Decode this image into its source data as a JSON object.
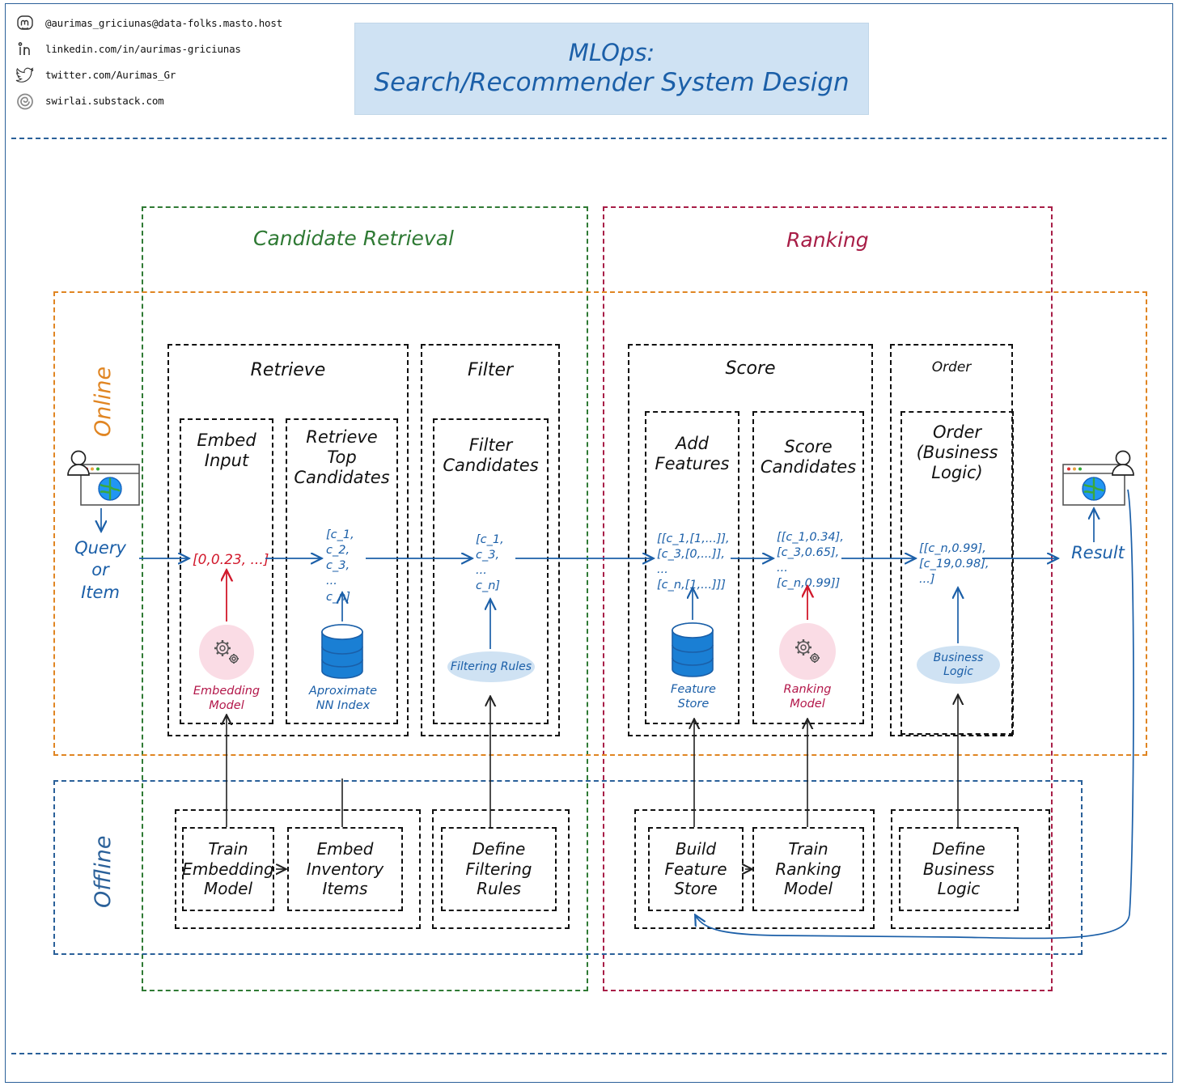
{
  "header": {
    "social": [
      {
        "icon": "mastodon-icon",
        "text": "@aurimas_griciunas@data-folks.masto.host"
      },
      {
        "icon": "linkedin-icon",
        "text": "linkedin.com/in/aurimas-griciunas"
      },
      {
        "icon": "twitter-icon",
        "text": "twitter.com/Aurimas_Gr"
      },
      {
        "icon": "substack-swirl-icon",
        "text": "swirlai.substack.com"
      }
    ],
    "title_line1": "MLOps:",
    "title_line2": "Search/Recommender System Design"
  },
  "zones": {
    "candidate_retrieval": "Candidate Retrieval",
    "ranking": "Ranking",
    "online": "Online",
    "offline": "Offline"
  },
  "stages": {
    "retrieve": "Retrieve",
    "filter": "Filter",
    "score": "Score",
    "order": "Order"
  },
  "steps": {
    "embed_input": "Embed\nInput",
    "retrieve_top": "Retrieve\nTop\nCandidates",
    "filter_candidates": "Filter\nCandidates",
    "add_features": "Add\nFeatures",
    "score_candidates": "Score\nCandidates",
    "order_business_logic": "Order\n(Business\nLogic)"
  },
  "payloads": {
    "embedding_vector": "[0,0.23, ...]",
    "retrieved": "[c_1,\nc_2,\nc_3,\n...\nc_n]",
    "filtered": "[c_1,\nc_3,\n...\nc_n]",
    "featured": "[[c_1,[1,...]],\n[c_3,[0,...]],\n...\n[c_n,[1,...]]]",
    "scored": "[[c_1,0.34],\n[c_3,0.65],\n...\n[c_n,0.99]]",
    "ordered": "[[c_n,0.99],\n[c_19,0.98],\n...]"
  },
  "assets": {
    "embedding_model": "Embedding\nModel",
    "ann_index": "Aproximate\nNN Index",
    "filtering_rules": "Filtering Rules",
    "feature_store": "Feature\nStore",
    "ranking_model": "Ranking\nModel",
    "business_logic": "Business\nLogic"
  },
  "offline_steps": {
    "train_embedding_model": "Train\nEmbedding\nModel",
    "embed_inventory_items": "Embed\nInventory\nItems",
    "define_filtering_rules": "Define\nFiltering\nRules",
    "build_feature_store": "Build\nFeature\nStore",
    "train_ranking_model": "Train\nRanking\nModel",
    "define_business_logic": "Define\nBusiness\nLogic"
  },
  "io": {
    "input_label": "Query\nor\nItem",
    "output_label": "Result"
  },
  "colors": {
    "blue": "#1b5fa8",
    "green": "#2f7a34",
    "crimson": "#a81e47",
    "orange": "#e08522",
    "red": "#d1182b",
    "pink_fill": "#fadce5",
    "light_blue_fill": "#cfe2f3",
    "cyl_blue": "#1a7fd4"
  }
}
